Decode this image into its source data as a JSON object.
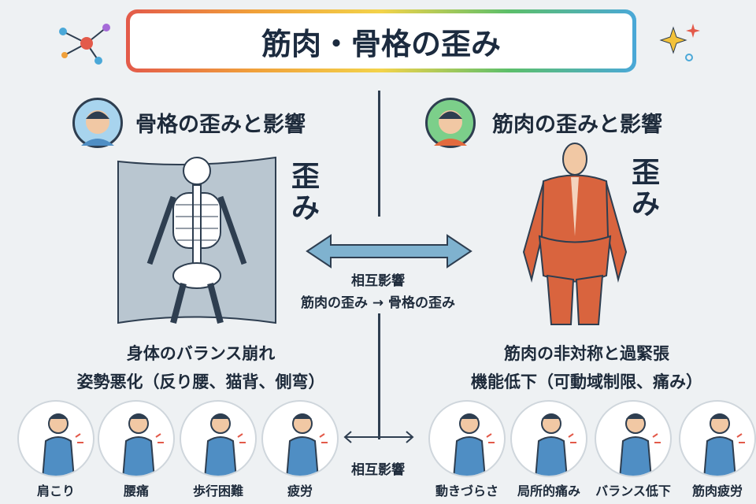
{
  "title": "筋肉・骨格の歪み",
  "left": {
    "heading": "骨格の歪みと影響",
    "distortion_label": "歪み",
    "summary_line1": "身体のバランス崩れ",
    "summary_line2": "姿勢悪化（反り腰、猫背、側弯）",
    "symptoms": [
      {
        "label": "肩こり"
      },
      {
        "label": "腰痛"
      },
      {
        "label": "歩行困難"
      },
      {
        "label": "疲労"
      }
    ]
  },
  "right": {
    "heading": "筋肉の歪みと影響",
    "distortion_label": "歪み",
    "summary_line1": "筋肉の非対称と過緊張",
    "summary_line2": "機能低下（可動域制限、痛み）",
    "symptoms": [
      {
        "label": "動きづらさ"
      },
      {
        "label": "局所的痛み"
      },
      {
        "label": "バランス低下"
      },
      {
        "label": "筋肉疲労"
      }
    ]
  },
  "center": {
    "interaction_label": "相互影響",
    "flow_from": "筋肉の歪み",
    "flow_arrow": "→",
    "flow_to": "骨格の歪み",
    "bottom_label": "相互影響"
  },
  "colors": {
    "accent": "#3f7fa6",
    "muscle": "#d9643e",
    "skin": "#f1c8a4",
    "shirt": "#4f8ec4"
  }
}
